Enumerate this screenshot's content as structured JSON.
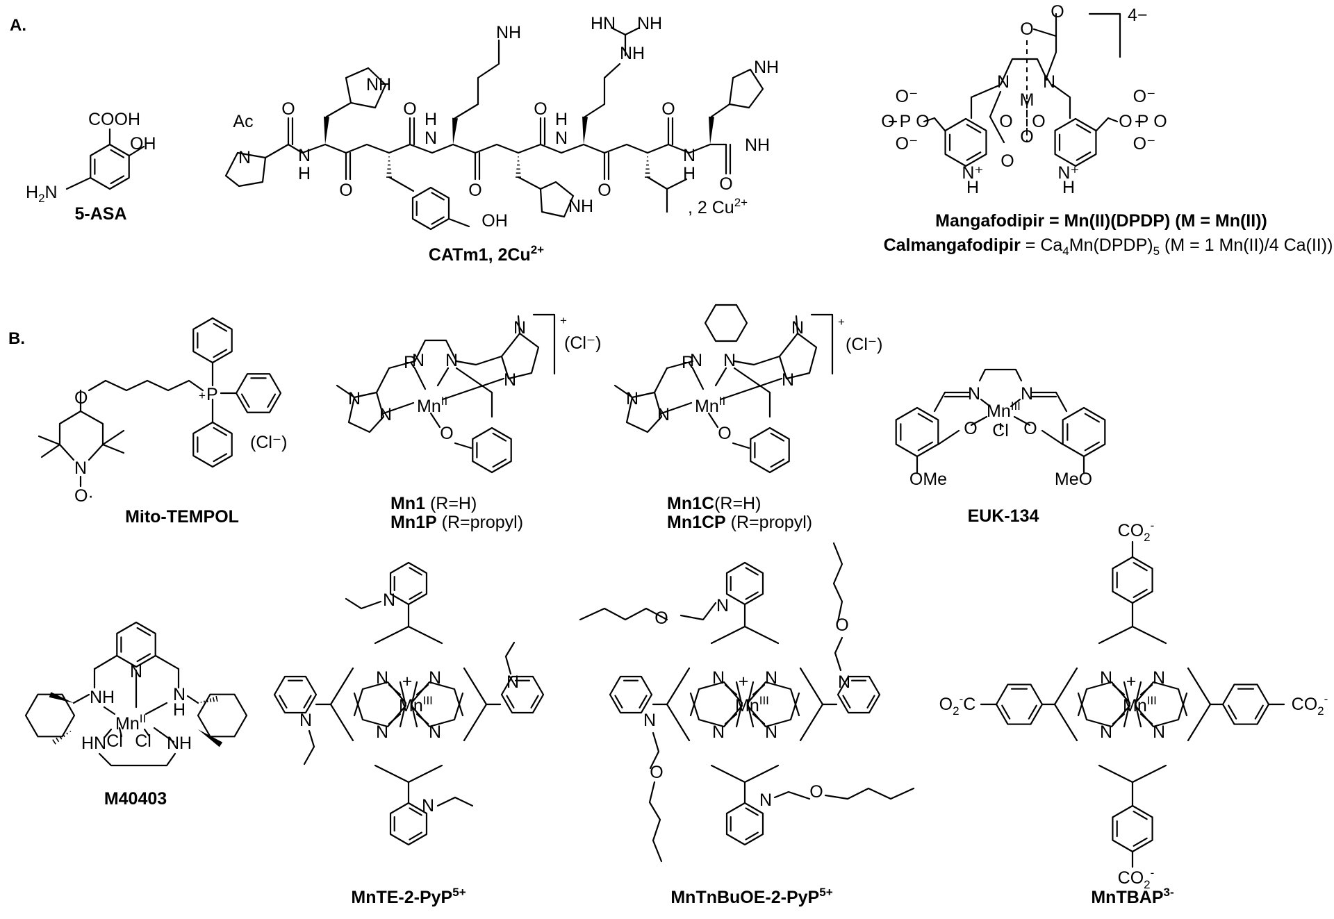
{
  "panels": {
    "a": "A.",
    "b": "B."
  },
  "compounds": {
    "asa": {
      "name": "5-ASA",
      "atoms": {
        "cooh": "COOH",
        "oh": "OH",
        "h2n": "H",
        "h2n_sub": "2",
        "h2n_n": "N"
      }
    },
    "catm1": {
      "name": "CATm1, 2Cu",
      "name_sup": "2+",
      "atoms": {
        "ac": "Ac",
        "n": "N",
        "o": "O",
        "h": "H",
        "nh": "NH",
        "nh2": "NH",
        "two": "2",
        "hn": "HN",
        "oh": "OH"
      },
      "counter_ion": ", 2 Cu",
      "counter_sup": "2+"
    },
    "mangafodipir": {
      "charge": "4−",
      "atoms": {
        "m": "M",
        "n": "N",
        "o": "O",
        "p": "P",
        "ominus": "O⁻",
        "h": "H",
        "nplus": "N⁺"
      },
      "caption1": "Mangafodipir = Mn(II)(DPDP) (M = Mn(II))",
      "caption2_bold": "Calmangafodipir",
      "caption2_a": " = Ca",
      "caption2_sub1": "4",
      "caption2_b": "Mn(DPDP)",
      "caption2_sub2": "5",
      "caption2_c": " (M = 1 Mn(II)/4 Ca(II))"
    },
    "mito_tempol": {
      "name": "Mito-TEMPOL",
      "atoms": {
        "o": "O",
        "n": "N",
        "orad": "O·",
        "p": "P",
        "plus": "+"
      },
      "counter": "(Cl⁻)"
    },
    "mn1": {
      "name1_bold": "Mn1",
      "name1_rest": " (R=H)",
      "name2_bold": "Mn1P",
      "name2_rest": " (R=propyl)",
      "charge": "+",
      "counter": "(Cl⁻)",
      "atoms": {
        "r": "R",
        "n": "N",
        "mn": "Mn",
        "ox": "II",
        "o": "O"
      }
    },
    "mn1c": {
      "name1_bold": "Mn1C",
      "name1_rest": "(R=H)",
      "name2_bold": "Mn1CP",
      "name2_rest": " (R=propyl)",
      "charge": "+",
      "counter": "(Cl⁻)",
      "atoms": {
        "r": "R",
        "n": "N",
        "mn": "Mn",
        "ox": "II",
        "o": "O"
      }
    },
    "euk134": {
      "name": "EUK-134",
      "atoms": {
        "n": "N",
        "mn": "Mn",
        "ox": "III",
        "o": "O",
        "cl": "Cl",
        "ome": "OMe",
        "meo": "MeO"
      }
    },
    "m40403": {
      "name": "M40403",
      "atoms": {
        "n": "N",
        "nh": "NH",
        "hn": "HN",
        "h": "H",
        "mn": "Mn",
        "ox": "II",
        "cl": "Cl"
      }
    },
    "mnte": {
      "name": "MnTE-2-PyP",
      "name_sup": "5+",
      "atoms": {
        "n": "N",
        "mn": "Mn",
        "ox": "III",
        "plus": "+"
      }
    },
    "mntnbuoe": {
      "name": "MnTnBuOE-2-PyP",
      "name_sup": "5+",
      "atoms": {
        "n": "N",
        "mn": "Mn",
        "ox": "III",
        "plus": "+",
        "o": "O"
      }
    },
    "mntbap": {
      "name": "MnTBAP",
      "name_sup": "3-",
      "atoms": {
        "n": "N",
        "mn": "Mn",
        "ox": "III",
        "plus": "+",
        "co2": "CO",
        "two": "2",
        "minus": "-",
        "o2c_o": "O",
        "o2c_c": "C"
      }
    }
  }
}
